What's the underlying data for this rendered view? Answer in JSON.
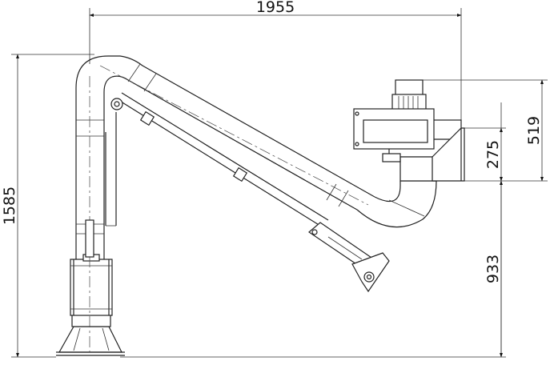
{
  "dimensions": {
    "width": "1955",
    "height_total": "1585",
    "fan_height": "519",
    "bracket_height": "275",
    "mount_height": "933"
  }
}
